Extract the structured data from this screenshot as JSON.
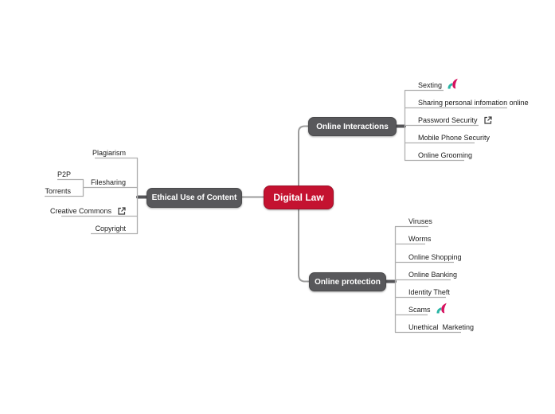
{
  "map": {
    "root": {
      "label": "Digital Law"
    },
    "branches": [
      {
        "id": "online-interactions",
        "label": "Online Interactions",
        "children": [
          {
            "label": "Sexting",
            "icon": "quotes-attachment-icon"
          },
          {
            "label": "Sharing personal infomation online"
          },
          {
            "label": "Password Security",
            "icon": "external-link-icon"
          },
          {
            "label": "Mobile Phone Security"
          },
          {
            "label": "Online Grooming"
          }
        ]
      },
      {
        "id": "ethical-use-of-content",
        "label": "Ethical Use of Content",
        "children": [
          {
            "label": "Plagiarism"
          },
          {
            "label": "Filesharing",
            "children": [
              {
                "label": "P2P"
              },
              {
                "label": "Torrents"
              }
            ]
          },
          {
            "label": "Creative Commons",
            "icon": "external-link-icon"
          },
          {
            "label": "Copyright"
          }
        ]
      },
      {
        "id": "online-protection",
        "label": "Online protection",
        "children": [
          {
            "label": "Viruses"
          },
          {
            "label": "Worms"
          },
          {
            "label": "Online Shopping"
          },
          {
            "label": "Online Banking"
          },
          {
            "label": "Identity Theft"
          },
          {
            "label": "Scams",
            "icon": "quotes-attachment-icon"
          },
          {
            "label": "Unethical  Marketing"
          }
        ]
      }
    ],
    "colors": {
      "root_bg": "#c41230",
      "branch_bg": "#58585b",
      "line_gray": "#9c9c9c",
      "underline_gray": "#b0b0b0",
      "icon_teal": "#2ab5a5",
      "icon_pink": "#d6125f"
    }
  }
}
